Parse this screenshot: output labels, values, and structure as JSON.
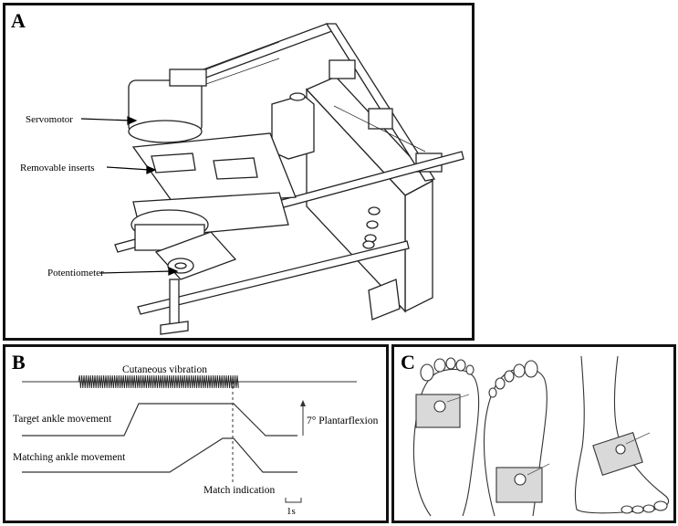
{
  "figure": {
    "panel_a": {
      "letter": "A",
      "labels": {
        "servomotor": "Servomotor",
        "inserts": "Removable inserts",
        "potentiometer": "Potentiometer"
      }
    },
    "panel_b": {
      "letter": "B",
      "labels": {
        "vibration": "Cutaneous vibration",
        "target": "Target ankle movement",
        "matching": "Matching ankle movement",
        "scale": "7° Plantarflexion",
        "match": "Match indication",
        "time": "1s"
      }
    },
    "panel_c": {
      "letter": "C"
    }
  }
}
